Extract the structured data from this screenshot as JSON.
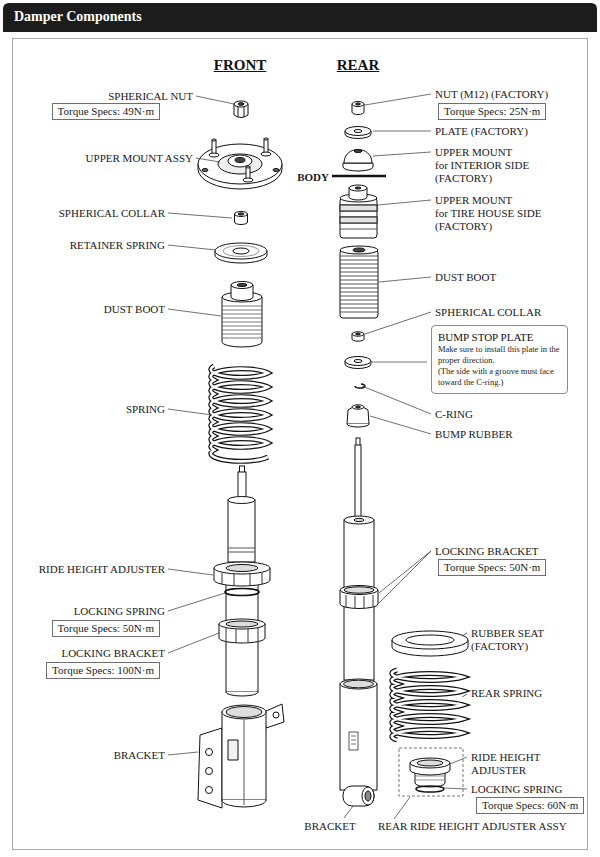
{
  "diagram": {
    "title": "Damper Components",
    "nodes": [
      {
        "text": [
          "Torque Specs: 49N·m"
        ]
      },
      {
        "text": [
          "Torque Specs: 25N·m"
        ]
      },
      {
        "text": [
          "BUMP STOP PLATE",
          "Make sure to install this plate in the proper direction. (The side with a groove must face toward the C-ring.)"
        ]
      },
      {
        "text": [
          "Torque Specs: 50N·m"
        ]
      },
      {
        "text": [
          "Torque Specs: 50N·m"
        ]
      },
      {
        "text": [
          "Torque Specs: 100N·m"
        ]
      },
      {
        "text": [
          "Torque Specs: 60N·m"
        ]
      }
    ],
    "labels": [
      "FRONT",
      "REAR",
      "SPHERICAL NUT",
      "UPPER MOUNT ASSY",
      "SPHERICAL COLLAR",
      "RETAINER SPRING",
      "DUST BOOT",
      "SPRING",
      "RIDE HEIGHT ADJUSTER",
      "LOCKING SPRING",
      "LOCKING BRACKET",
      "BRACKET",
      "NUT (M12) (FACTORY)",
      "PLATE (FACTORY)",
      "UPPER MOUNT for INTERIOR SIDE (FACTORY)",
      "BODY",
      "UPPER MOUNT for TIRE HOUSE SIDE (FACTORY)",
      "DUST BOOT",
      "SPHERICAL COLLAR",
      "C-RING",
      "BUMP RUBBER",
      "LOCKING BRACKET",
      "RUBBER SEAT (FACTORY)",
      "REAR SPRING",
      "RIDE HEIGHT ADJUSTER",
      "LOCKING SPRING",
      "BRACKET",
      "REAR RIDE HEIGHT ADJUSTER ASSY"
    ]
  }
}
